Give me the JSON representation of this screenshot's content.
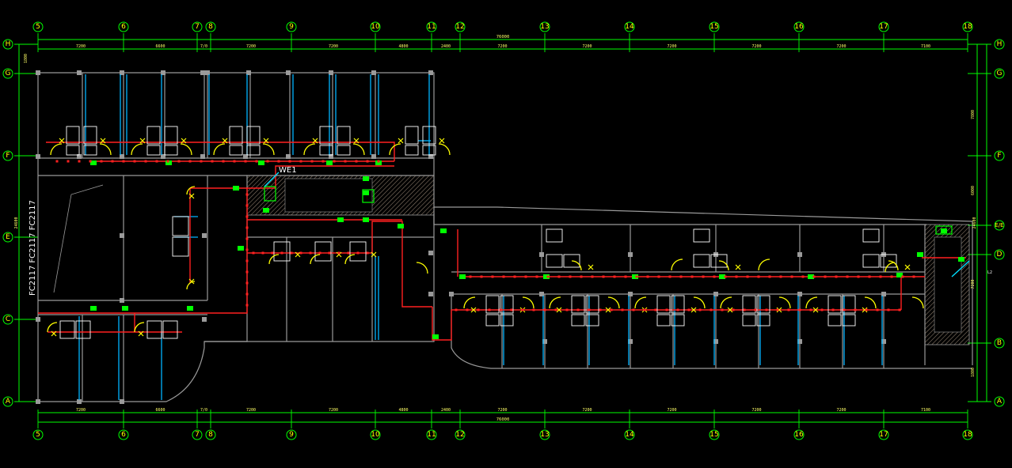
{
  "colors": {
    "background": "#000000",
    "axis": "#00ff00",
    "wall": "#9a9a9a",
    "cable": "#ff2020",
    "window": "#00b4ff",
    "fixture": "#ffff00",
    "device": "#00ff00",
    "hatch": "#8a7a6a"
  },
  "axes_top": [
    "5",
    "6",
    "7",
    "8",
    "9",
    "10",
    "11",
    "12",
    "13",
    "14",
    "15",
    "16",
    "17",
    "18"
  ],
  "axes_bottom": [
    "5",
    "6",
    "7",
    "8",
    "9",
    "10",
    "11",
    "12",
    "13",
    "14",
    "15",
    "16",
    "17",
    "18"
  ],
  "axes_left": [
    "H",
    "G",
    "F",
    "E",
    "C",
    "A"
  ],
  "axes_right": [
    "H",
    "G",
    "F",
    "E/E",
    "D",
    "B",
    "A"
  ],
  "dims_top": [
    "7200",
    "6600",
    "7/0",
    "7200",
    "7200",
    "4800",
    "2400",
    "7200",
    "7200",
    "7200",
    "7200",
    "7200",
    "7100"
  ],
  "dims_bottom": [
    "7200",
    "6600",
    "7/0",
    "7200",
    "7200",
    "4800",
    "2400",
    "7200",
    "7200",
    "7200",
    "7200",
    "7200",
    "7100"
  ],
  "dim_total": "76000",
  "dims_right": [
    "7800",
    "6000",
    "7200",
    "1800"
  ],
  "dim_left_total": "24600",
  "dim_right_total": "24600",
  "dim_left_top": "1800",
  "tag_we1": "WE1",
  "circuit_left": "FC2117 FC2117 FC2117",
  "marker_d": "L2"
}
